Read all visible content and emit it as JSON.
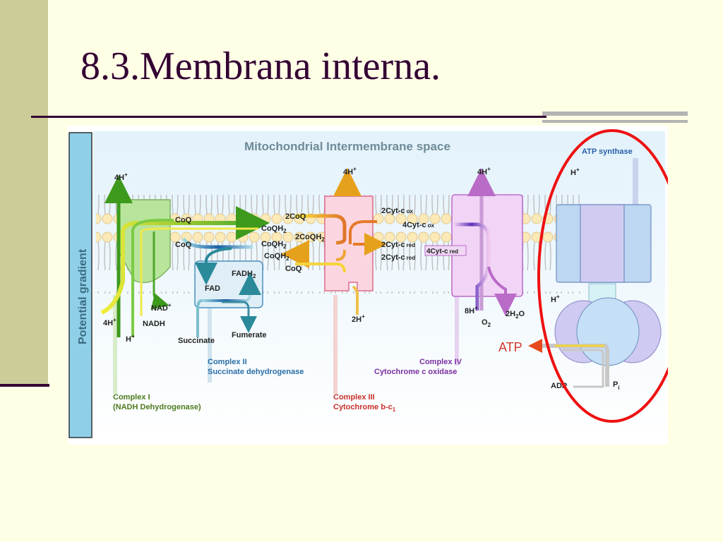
{
  "slide": {
    "title": "8.3.Membrana interna."
  },
  "diagram": {
    "space_label": "Mitochondrial Intermembrane space",
    "potential_gradient": "Potential gradient",
    "complex1": {
      "name": "Complex I",
      "subtitle": "(NADH Dehydrogenase)"
    },
    "complex2": {
      "name": "Complex II",
      "subtitle": "Succinate dehydrogenase"
    },
    "complex3": {
      "name": "Complex III",
      "subtitle": "Cytochrome b-c",
      "subscript": "1"
    },
    "complex4": {
      "name": "Complex IV",
      "subtitle": "Cytochrome c oxidase"
    },
    "atp_synthase": "ATP synthase",
    "atp": "ATP",
    "adp": "ADP",
    "pi": "P",
    "pi_sub": "i",
    "species": {
      "h4": "4H",
      "h": "H",
      "h8": "8H",
      "h2": "2H",
      "plus": "+",
      "nad": "NAD",
      "nadh": "NADH",
      "coq": "CoQ",
      "coqh2": "CoQH",
      "two_coq": "2CoQ",
      "two_coqh2": "2CoQH",
      "sub2": "2",
      "fad": "FAD",
      "fadh2": "FADH",
      "succinate": "Succinate",
      "fumerate": "Fumerate",
      "cyt_ox_2": "2Cyt-c",
      "cyt_ox_4": "4Cyt-c",
      "cyt_red_2": "2Cyt-c",
      "cyt_red_4": "4Cyt-c",
      "ox": "ox",
      "red": "red",
      "o2": "O",
      "h2o": "2H",
      "h2o_tail": "O"
    }
  },
  "colors": {
    "background": "#ffffe6",
    "left_bar": "#cccc99",
    "title_text": "#330033",
    "complex1": "#5da82e",
    "complex2": "#2d7fa8",
    "complex3": "#d4342e",
    "complex4": "#8a2fb0",
    "highlight": "#ee1111",
    "atp_text": "#d43a2e"
  }
}
